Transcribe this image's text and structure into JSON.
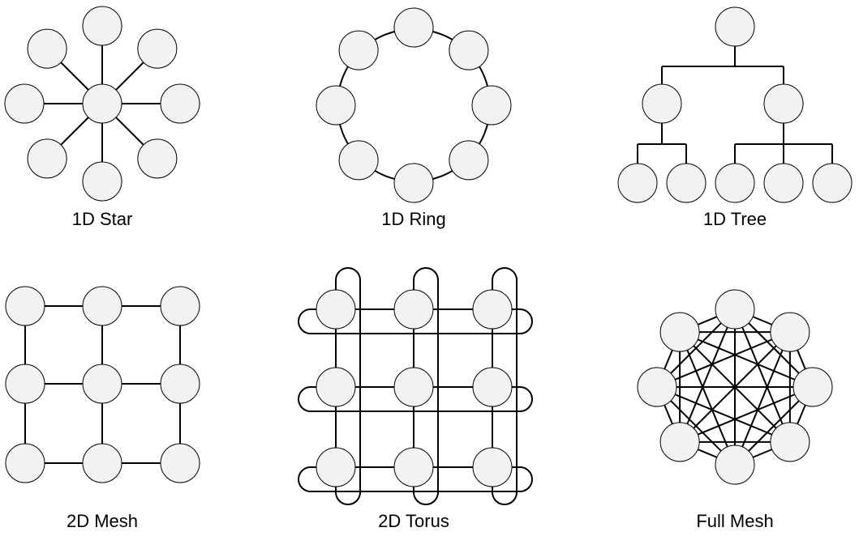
{
  "diagrams": [
    {
      "label": "1D Star"
    },
    {
      "label": "1D Ring"
    },
    {
      "label": "1D Tree"
    },
    {
      "label": "2D Mesh"
    },
    {
      "label": "2D Torus"
    },
    {
      "label": "Full Mesh"
    }
  ],
  "colors": {
    "node_fill": "#f2f2f2",
    "node_stroke": "#000000",
    "edge": "#000000"
  }
}
